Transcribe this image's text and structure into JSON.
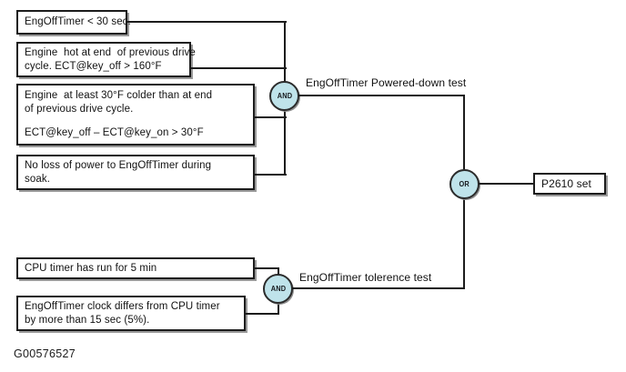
{
  "diagram": {
    "figure_id": "G00576527",
    "accent_color": "#bfe3ea",
    "line_color": "#1c1c1c",
    "powered_down_branch": {
      "gate": "AND",
      "caption": "EngOffTimer Powered-down test",
      "conditions": [
        {
          "lines": [
            "EngOffTimer < 30 sec."
          ]
        },
        {
          "lines": [
            "Engine  hot at end  of previous drive",
            "cycle. ECT@key_off > 160°F"
          ]
        },
        {
          "lines": [
            "Engine  at least 30°F colder than at end",
            "of previous drive cycle.",
            "ECT@key_off – ECT@key_on > 30°F"
          ]
        },
        {
          "lines": [
            "No loss of power to EngOffTimer during",
            "soak."
          ]
        }
      ]
    },
    "tolerance_branch": {
      "gate": "AND",
      "caption": "EngOffTimer tolerence test",
      "conditions": [
        {
          "lines": [
            "CPU timer has run for 5 min"
          ]
        },
        {
          "lines": [
            "EngOffTimer clock differs from CPU timer",
            "by more than 15 sec (5%)."
          ]
        }
      ]
    },
    "output": {
      "gate": "OR",
      "result": "P2610 set"
    }
  }
}
